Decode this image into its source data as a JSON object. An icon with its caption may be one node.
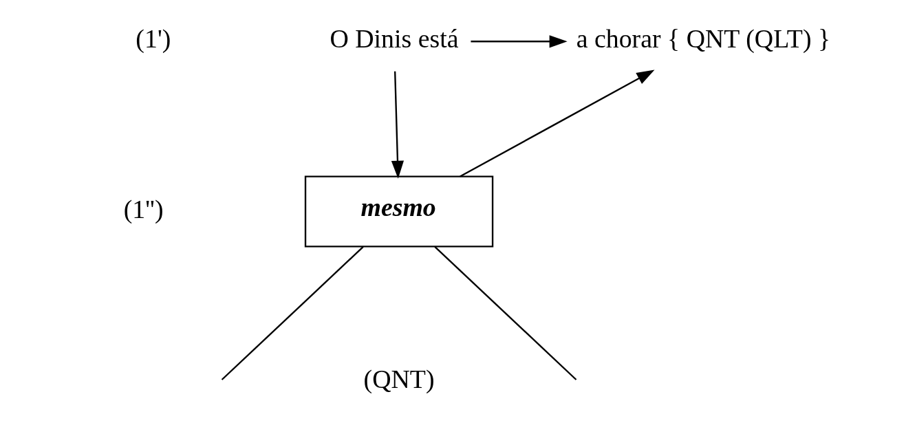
{
  "diagram": {
    "nodes": [
      {
        "text": [
          "O Dinis está"
        ]
      },
      {
        "text": [
          "a chorar { QNT (QLT) }"
        ]
      },
      {
        "text": [
          "mesmo"
        ]
      }
    ],
    "edges": [
      {
        "from": 0,
        "to": 1,
        "arrow": "to"
      },
      {
        "from": 0,
        "to": 2,
        "arrow": "to"
      },
      {
        "from": 2,
        "to": 1,
        "arrow": "to"
      },
      {
        "from": 2,
        "to": null,
        "arrow": "none"
      },
      {
        "from": 2,
        "to": null,
        "arrow": "none"
      }
    ],
    "labels": [
      "(1')",
      "(1'')",
      "(QNT)"
    ]
  }
}
